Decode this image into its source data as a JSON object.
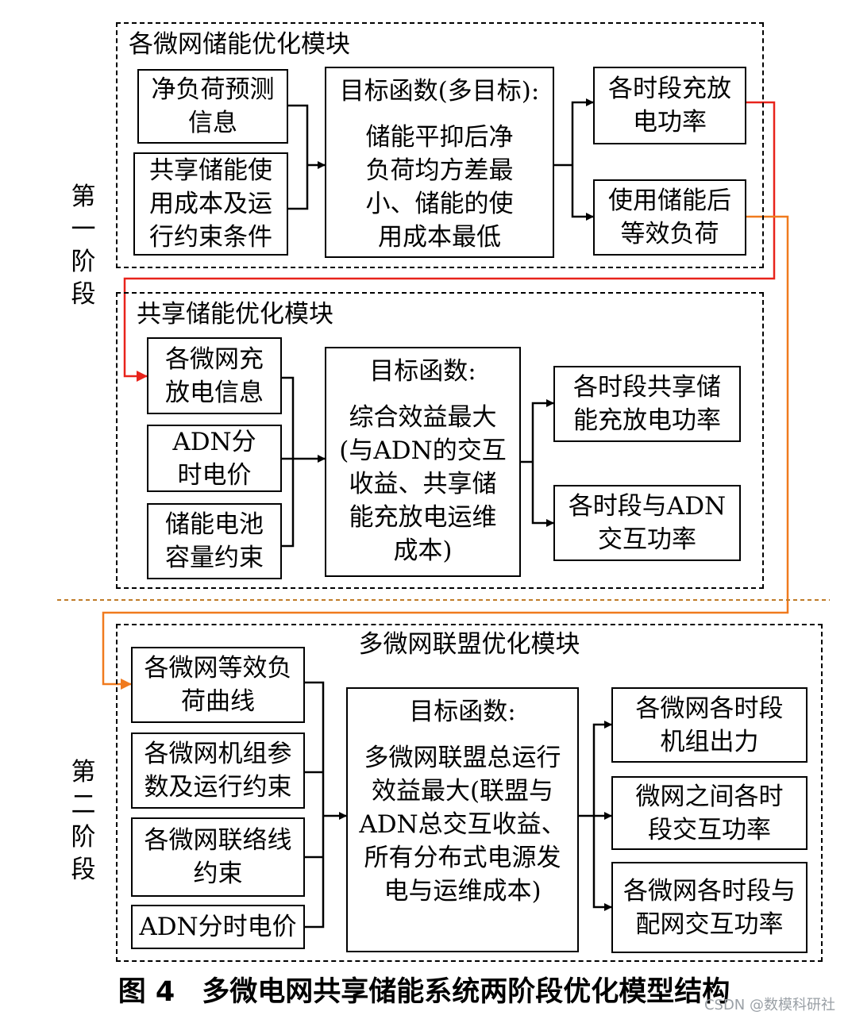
{
  "stages": {
    "stage1": [
      "第",
      "一",
      "阶",
      "段"
    ],
    "stage2": [
      "第",
      "二",
      "阶",
      "段"
    ]
  },
  "module1": {
    "title": "各微网储能优化模块",
    "inputs": [
      [
        "净负荷预测",
        "信息"
      ],
      [
        "共享储能使",
        "用成本及运",
        "行约束条件"
      ]
    ],
    "objective": {
      "title": "目标函数(多目标):",
      "lines": [
        "储能平抑后净",
        "负荷均方差最",
        "小、储能的使",
        "用成本最低"
      ]
    },
    "outputs": [
      [
        "各时段充放",
        "电功率"
      ],
      [
        "使用储能后",
        "等效负荷"
      ]
    ]
  },
  "module2": {
    "title": "共享储能优化模块",
    "inputs": [
      [
        "各微网充",
        "放电信息"
      ],
      [
        "ADN分",
        "时电价"
      ],
      [
        "储能电池",
        "容量约束"
      ]
    ],
    "objective": {
      "title": "目标函数:",
      "lines": [
        "综合效益最大",
        "(与ADN的交互",
        "收益、共享储",
        "能充放电运维",
        "成本)"
      ]
    },
    "outputs": [
      [
        "各时段共享储",
        "能充放电功率"
      ],
      [
        "各时段与ADN",
        "交互功率"
      ]
    ]
  },
  "module3": {
    "title": "多微网联盟优化模块",
    "inputs": [
      [
        "各微网等效负",
        "荷曲线"
      ],
      [
        "各微网机组参",
        "数及运行约束"
      ],
      [
        "各微网联络线",
        "约束"
      ],
      [
        "ADN分时电价"
      ]
    ],
    "objective": {
      "title": "目标函数:",
      "lines": [
        "多微网联盟总运行",
        "效益最大(联盟与",
        "ADN总交互收益、",
        "所有分布式电源发",
        "电与运维成本)"
      ]
    },
    "outputs": [
      [
        "各微网各时段",
        "机组出力"
      ],
      [
        "微网之间各时",
        "段交互功率"
      ],
      [
        "各微网各时段与",
        "配网交互功率"
      ]
    ]
  },
  "caption": {
    "figure_no": "图 4",
    "text": "多微电网共享储能系统两阶段优化模型结构"
  },
  "watermark": "CSDN @数模科研社",
  "colors": {
    "line": "#000000",
    "red_arrow": "#e8231b",
    "orange_arrow": "#f07a1e",
    "stage_divider": "#c07b28"
  }
}
